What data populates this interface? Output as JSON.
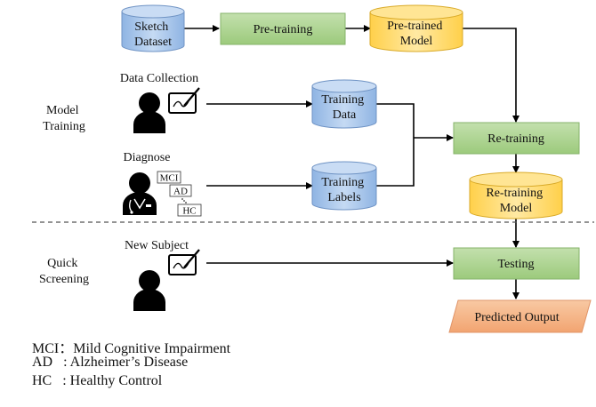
{
  "nodes": {
    "sketch_dataset": [
      "Sketch",
      "Dataset"
    ],
    "pre_training": "Pre-training",
    "pretrained_model": [
      "Pre-trained",
      "Model"
    ],
    "training_data": [
      "Training",
      "Data"
    ],
    "training_labels": [
      "Training",
      "Labels"
    ],
    "re_training": "Re-training",
    "retraining_model": [
      "Re-training",
      "Model"
    ],
    "testing": "Testing",
    "predicted_output": "Predicted Output"
  },
  "labels": {
    "data_collection": "Data Collection",
    "diagnose": "Diagnose",
    "new_subject": "New Subject",
    "model_training": [
      "Model",
      "Training"
    ],
    "quick_screening": [
      "Quick",
      "Screening"
    ]
  },
  "tags": {
    "mci": "MCI",
    "ad": "AD",
    "hc": "HC"
  },
  "legend": [
    "MCI：Mild Cognitive Impairment",
    "AD   : Alzheimer’s Disease",
    "HC   : Healthy Control"
  ],
  "colors": {
    "blue_cylinder": "#a9c6ea",
    "yellow_cylinder": "#ffd966",
    "green_box": "#a9d18e",
    "orange_box": "#f4b183",
    "person": "#000000"
  }
}
